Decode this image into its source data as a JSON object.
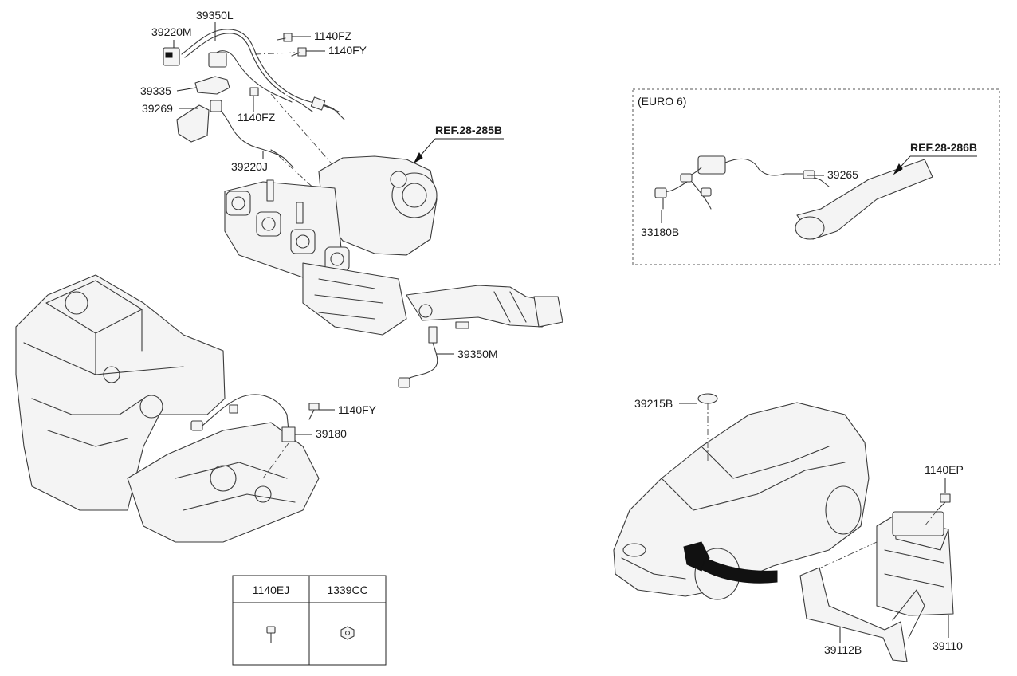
{
  "labels": {
    "p39350L": "39350L",
    "p39220M": "39220M",
    "p1140FZ_a": "1140FZ",
    "p1140FY_a": "1140FY",
    "p39335": "39335",
    "p39269": "39269",
    "p1140FZ_b": "1140FZ",
    "p39220J": "39220J",
    "ref285": "REF.28-285B",
    "p39350M": "39350M",
    "p1140FY_b": "1140FY",
    "p39180": "39180",
    "euro": "(EURO 6)",
    "ref286": "REF.28-286B",
    "p39265": "39265",
    "p33180B": "33180B",
    "p39215B": "39215B",
    "p1140EP": "1140EP",
    "p39112B": "39112B",
    "p39110": "39110"
  },
  "table": {
    "headers": [
      "1140EJ",
      "1339CC"
    ]
  }
}
